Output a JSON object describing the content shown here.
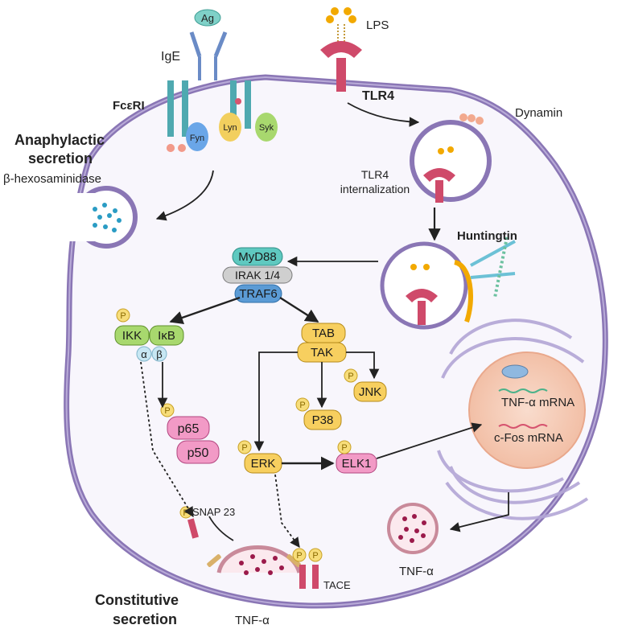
{
  "labels": {
    "ag": "Ag",
    "lps": "LPS",
    "ige": "IgE",
    "fceri": "FcεRI",
    "fyn": "Fyn",
    "lyn": "Lyn",
    "syk": "Syk",
    "tlr4": "TLR4",
    "dynamin": "Dynamin",
    "anaphylactic_1": "Anaphylactic",
    "anaphylactic_2": "secretion",
    "hexosaminidase": "β-hexosaminidase",
    "tlr4_intern_1": "TLR4",
    "tlr4_intern_2": "internalization",
    "huntingtin": "Huntingtin",
    "tnf_mrna": "TNF-α mRNA",
    "cfos_mrna": "c-Fos mRNA",
    "snap23": "SNAP 23",
    "tace": "TACE",
    "tnf_bottom": "TNF-α",
    "tnf_vesicle": "TNF-α",
    "constitutive_1": "Constitutive",
    "constitutive_2": "secretion",
    "phospho": "P"
  },
  "nodes": {
    "myd88": "MyD88",
    "irak": "IRAK 1/4",
    "traf6": "TRAF6",
    "ikk": "IKK",
    "ikb": "IκB",
    "alpha": "α",
    "beta": "β",
    "tab": "TAB",
    "tak": "TAK",
    "jnk": "JNK",
    "p38": "P38",
    "erk": "ERK",
    "elk1": "ELK1",
    "p65": "p65",
    "p50": "p50"
  },
  "colors": {
    "membrane": "#8a76b5",
    "membrane_fill": "#f7f5fb",
    "receptor": "#cf4a6a",
    "teal": "#5fc9c0",
    "gray": "#cfcfcf",
    "blue": "#5b9bd5",
    "green": "#a8d86e",
    "yellow": "#f7cf5f",
    "pink": "#f29ac6",
    "nucleus": "#f6cdb8",
    "vesicle_dot": "#9b1a4a",
    "granule_dot": "#2a9cc4"
  }
}
